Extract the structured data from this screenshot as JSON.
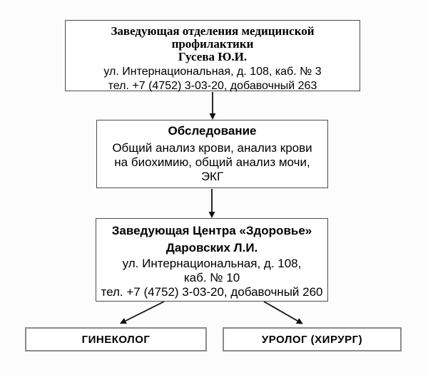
{
  "diagram": {
    "boxes": {
      "head_prevention": {
        "title_line1": "Заведующая отделения медицинской",
        "title_line2": "профилактики",
        "person": "Гусева Ю.И.",
        "address": "ул. Интернациональная, д. 108, каб. № 3",
        "phone": "тел. +7 (4752) 3-03-20, добавочный 263"
      },
      "examination": {
        "title": "Обследование",
        "body_line1": "Общий анализ крови, анализ крови",
        "body_line2": "на биохимию, общий анализ мочи,",
        "body_line3": "ЭКГ"
      },
      "health_center": {
        "title": "Заведующая Центра «Здоровье»",
        "person": "Даровских Л.И.",
        "address_line1": "ул. Интернациональная, д. 108,",
        "address_line2": "каб. № 10",
        "phone": "тел. +7 (4752) 3-03-20, добавочный 260"
      },
      "gynecologist": {
        "label": "ГИНЕКОЛОГ"
      },
      "urologist": {
        "label": "УРОЛОГ (ХИРУРГ)"
      }
    },
    "colors": {
      "background": "#fcfcfc",
      "box_fill": "#ffffff",
      "box_border_dark": "#4d4d4d",
      "box_border_gray": "#8a8a8a",
      "arrow": "#111111",
      "text": "#000000"
    }
  }
}
